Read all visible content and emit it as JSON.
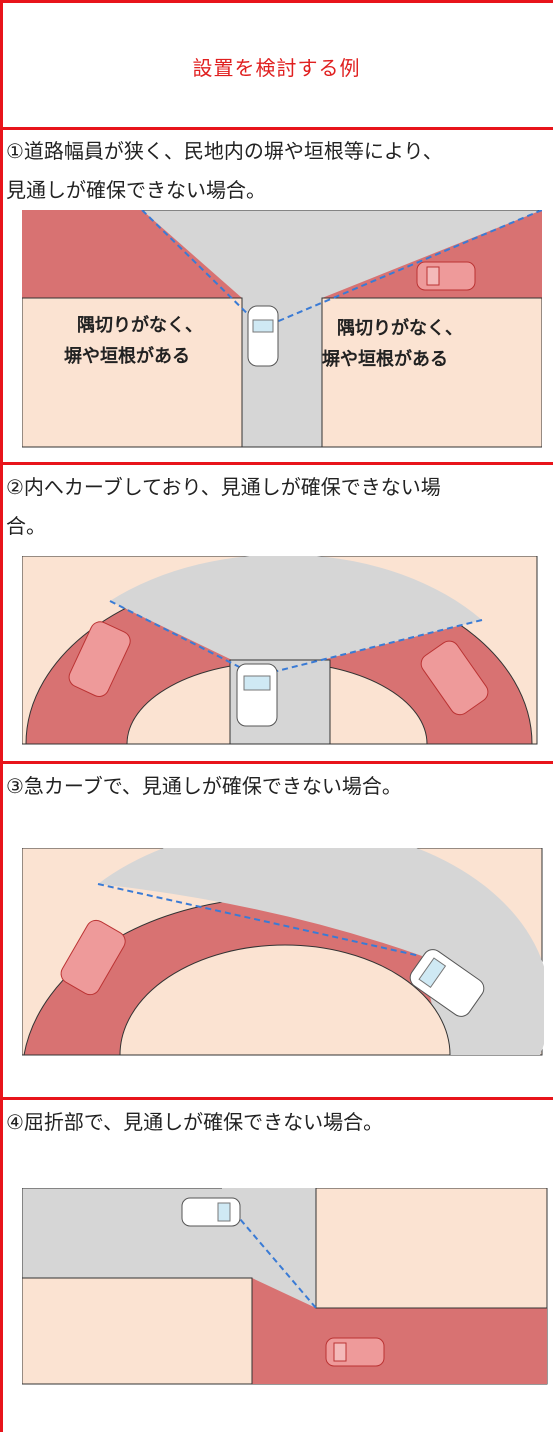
{
  "header": {
    "title": "設置を検討する例"
  },
  "sections": [
    {
      "caption": "①道路幅員が狭く、民地内の塀や垣根等により、\n見通しが確保できない場合。",
      "labels": [
        "隅切りがなく、",
        "塀や垣根がある",
        "隅切りがなく、",
        "塀や垣根がある"
      ]
    },
    {
      "caption": "②内へカーブしており、見通しが確保できない場\n合。"
    },
    {
      "caption": "③急カーブで、見通しが確保できない場合。"
    },
    {
      "caption": "④屈折部で、見通しが確保できない場合。"
    }
  ],
  "colors": {
    "accent_red": "#e8141b",
    "land": "#fbe3d2",
    "danger_zone": "#d87272",
    "road": "#d6d6d6",
    "sight_line": "#3a7bd5"
  }
}
